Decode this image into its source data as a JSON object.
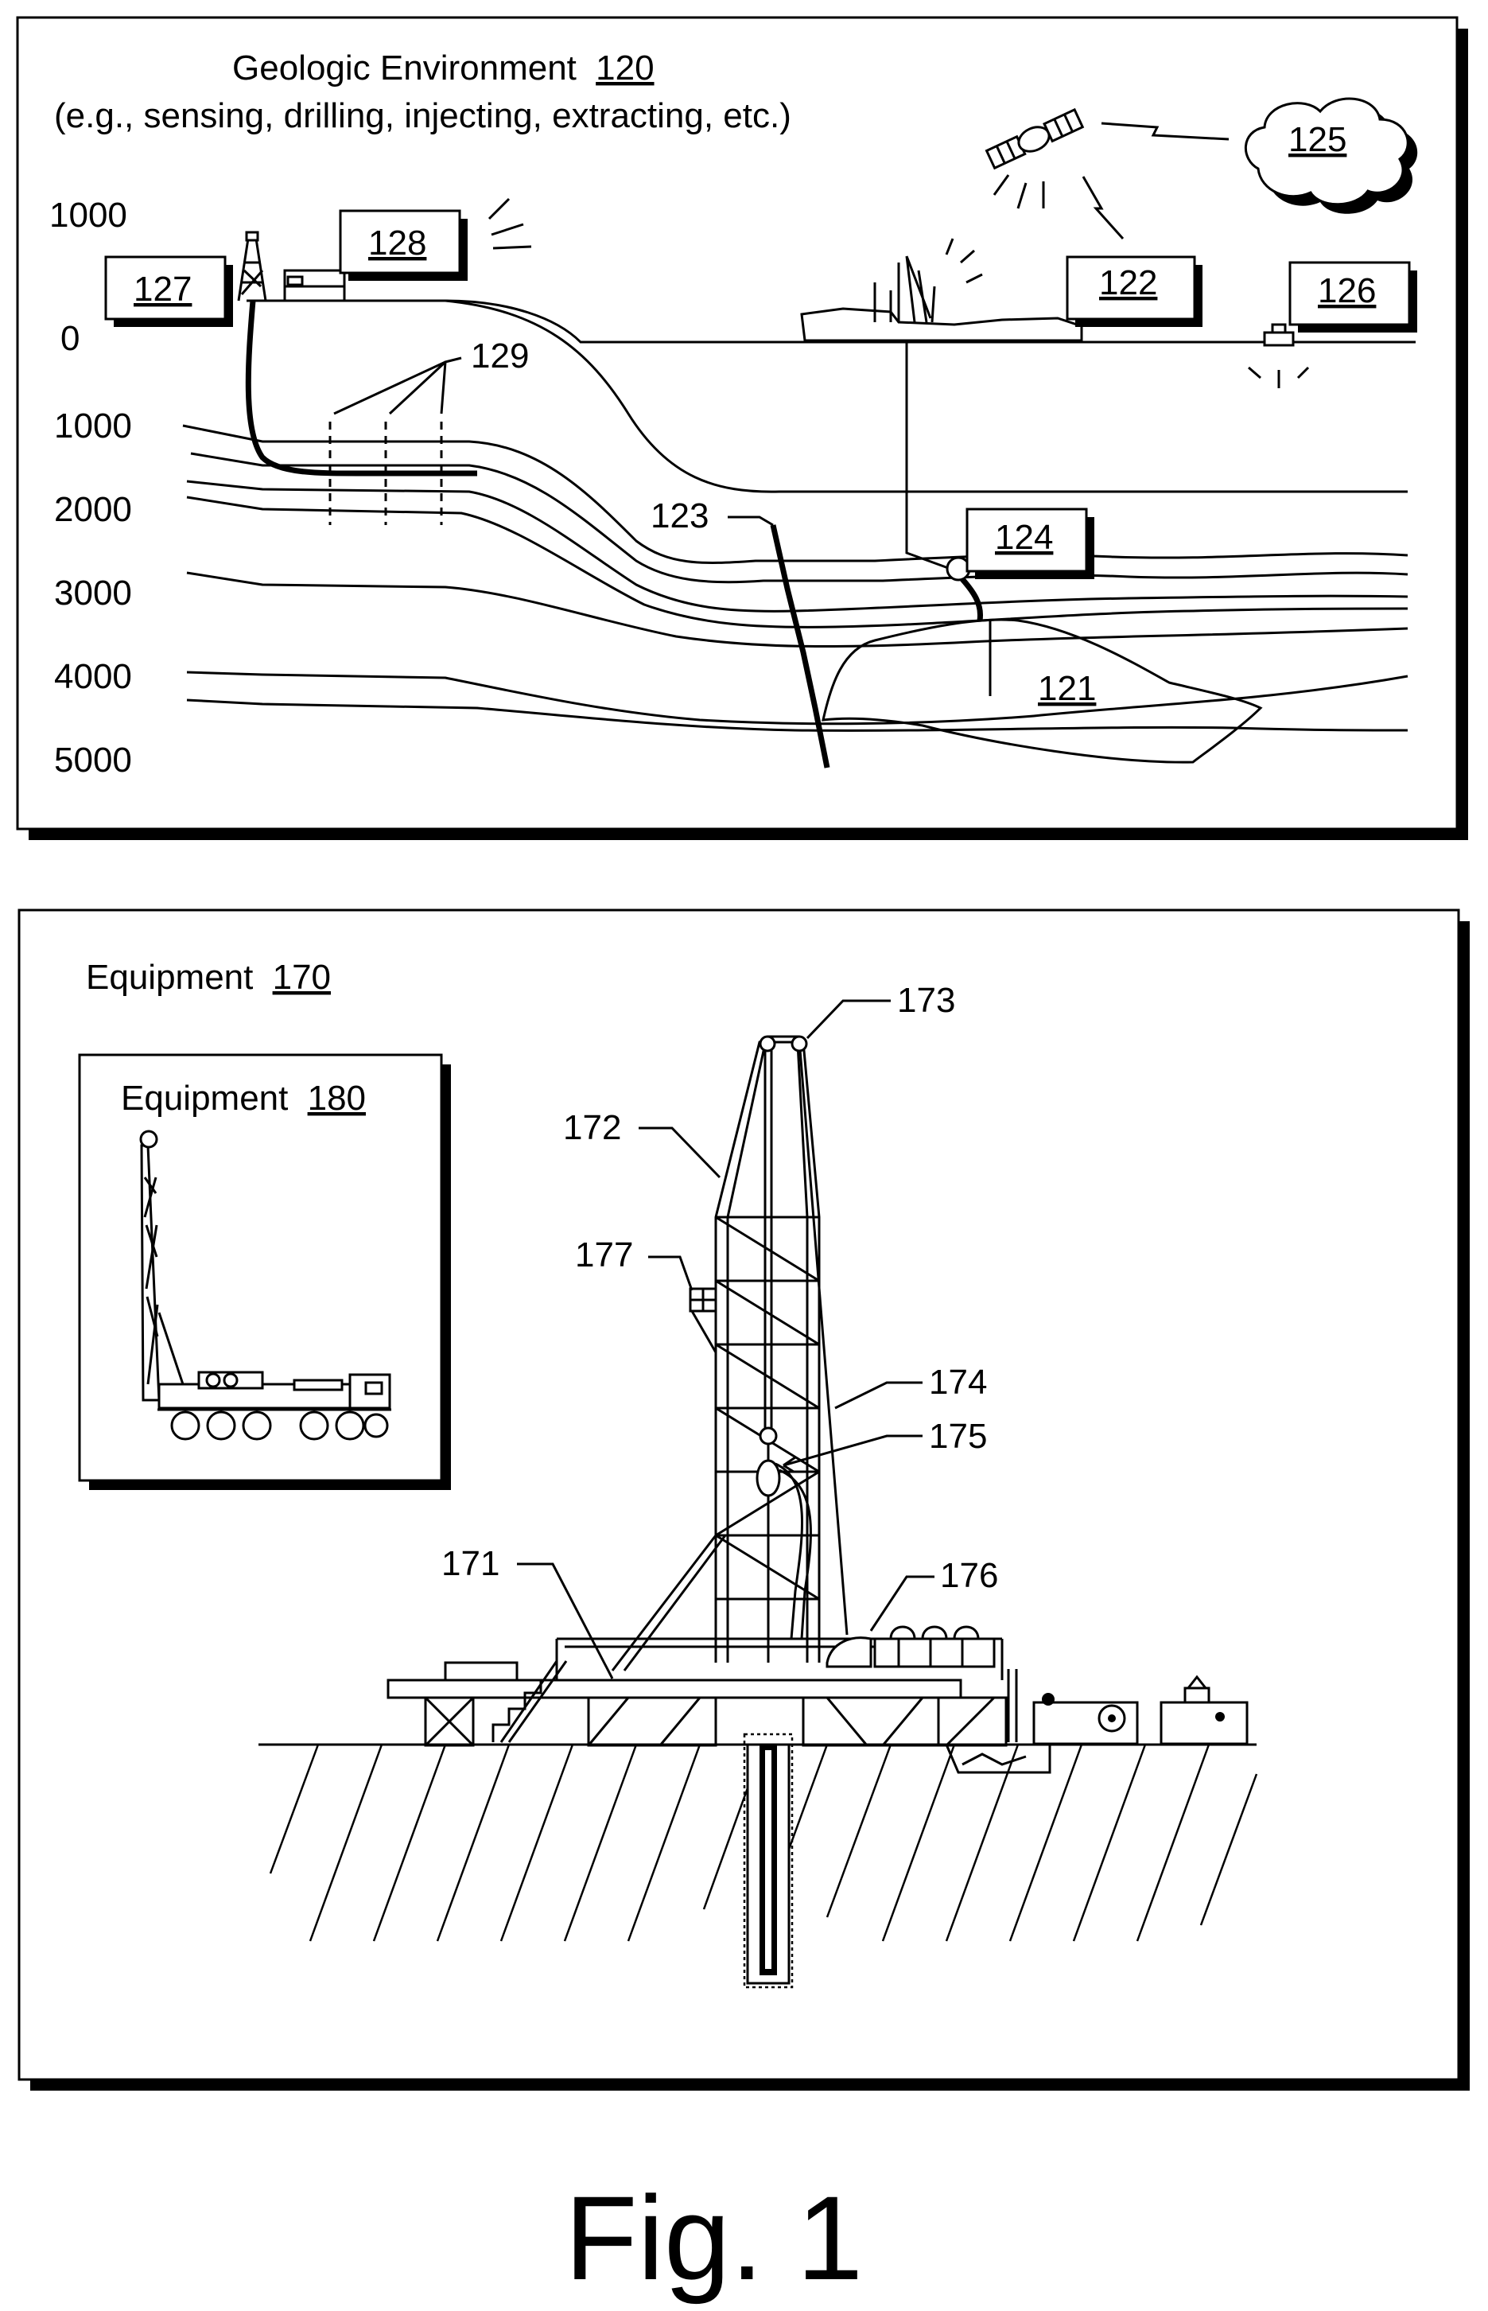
{
  "panel_top": {
    "title": "Geologic Environment",
    "title_ref": "120",
    "subtitle": "(e.g., sensing, drilling, injecting, extracting, etc.)",
    "depth_labels": [
      "1000",
      "0",
      "1000",
      "2000",
      "3000",
      "4000",
      "5000"
    ],
    "boxes": {
      "b127": "127",
      "b128": "128",
      "b122": "122",
      "b126": "126",
      "b124": "124"
    },
    "cloud": "125",
    "labels": {
      "l129": "129",
      "l123": "123",
      "l121": "121"
    }
  },
  "panel_bottom": {
    "title": "Equipment",
    "title_ref": "170",
    "inset_title": "Equipment",
    "inset_ref": "180",
    "labels": {
      "l173": "173",
      "l172": "172",
      "l177": "177",
      "l174": "174",
      "l175": "175",
      "l171": "171",
      "l176": "176"
    }
  },
  "figure_caption": "Fig. 1"
}
